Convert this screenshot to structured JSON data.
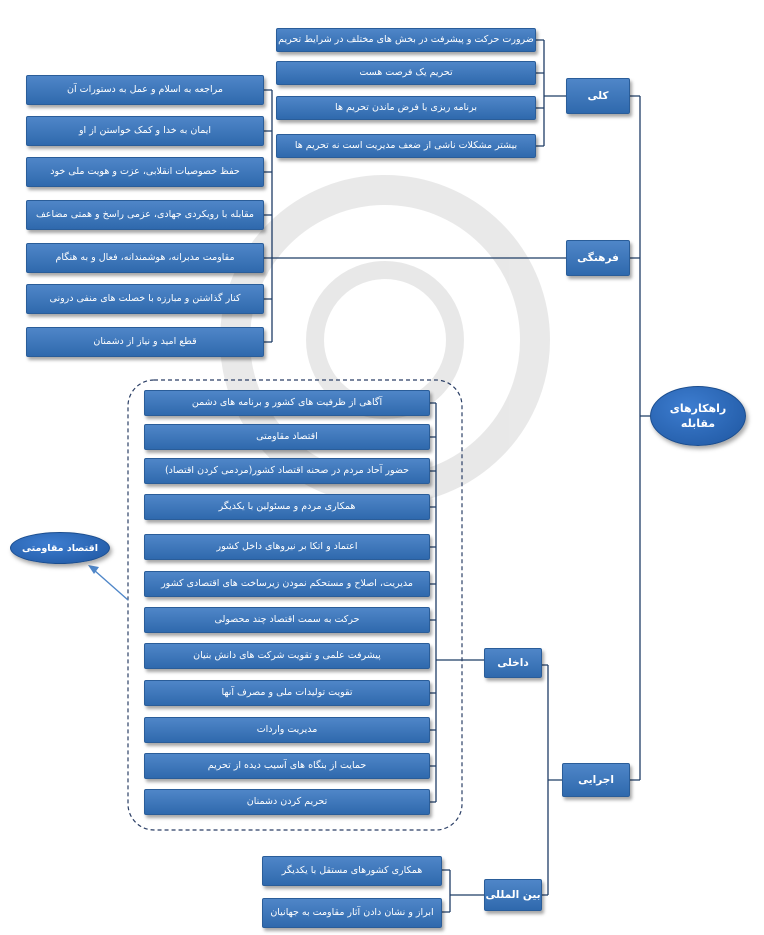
{
  "root": "راهکارهای\nمقابله",
  "categories": {
    "general": "کلی",
    "cultural": "فرهنگی",
    "executive": "اجرایی",
    "domestic": "داخلی",
    "international": "بین المللی"
  },
  "general_items": [
    "ضرورت حرکت و پیشرفت در بخش های مختلف در شرایط تحریم",
    "تحریم یک فرصت هست",
    "برنامه ریزی با فرض ماندن تحریم ها",
    "بیشتر مشکلات ناشی از ضعف مدیریت است نه تحریم ها"
  ],
  "cultural_items": [
    "مراجعه به اسلام و عمل به دستورات آن",
    "ایمان به خدا و کمک خواستن از او",
    "حفظ خصوصیات انقلابی، عزت و هویت ملی خود",
    "مقابله با رویکردی جهادی، عزمی راسخ و همتی مضاعف",
    "مقاومت مدبرانه، هوشمندانه، فعال و به هنگام",
    "کنار گذاشتن و مبارزه با خصلت های منفی درونی",
    "قطع امید و نیاز از دشمنان"
  ],
  "domestic_items": [
    "آگاهی از ظرفیت های کشور و برنامه های دشمن",
    "اقتصاد مقاومتی",
    "حضور آحاد مردم در صحنه اقتصاد کشور(مردمی کردن اقتصاد)",
    "همکاری مردم و مسئولین با یکدیگر",
    "اعتماد و اتکا بر نیروهای داخل کشور",
    "مدیریت، اصلاح و مستحکم نمودن زیرساخت های اقتصادی کشور",
    "حرکت به سمت اقتصاد چند محصولی",
    "پیشرفت علمی و تقویت شرکت های دانش بنیان",
    "تقویت تولیدات ملی و مصرف آنها",
    "مدیریت واردات",
    "حمایت از بنگاه های آسیب دیده از تحریم",
    "تحریم کردن دشمنان"
  ],
  "international_items": [
    "همکاری کشورهای مستقل با یکدیگر",
    "ابراز و نشان دادن آثار مقاومت به جهانیان"
  ],
  "note": "اقتصاد مقاومتی",
  "colors": {
    "box": "#3b78c0",
    "line": "#1f3d66",
    "dash": "#2b3f66"
  }
}
